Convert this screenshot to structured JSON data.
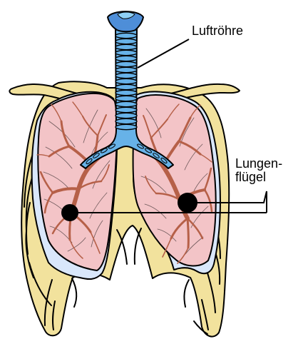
{
  "labels": {
    "trachea": "Luftröhre",
    "lungs_line1": "Lungen-",
    "lungs_line2": "flügel"
  },
  "colors": {
    "outline": "#000000",
    "bone": "#f2e29d",
    "pleura": "#d9e7fb",
    "lung_tissue": "#f3c4c7",
    "bronchi": "#b66048",
    "airway": "#67b2e8",
    "trachea_top": "#4e8ed8"
  }
}
